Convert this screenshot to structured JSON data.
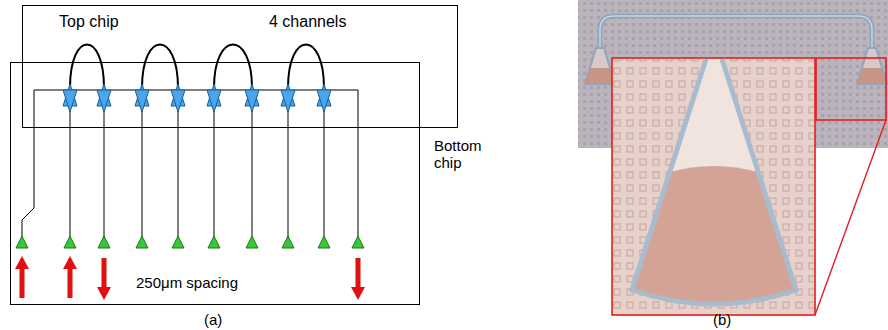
{
  "diagram": {
    "nodes": [
      {
        "text": [
          "Top chip",
          "4 channels"
        ]
      },
      {
        "text": [
          "Bottom chip"
        ]
      }
    ],
    "labels": [
      "250μm spacing",
      "(a)",
      "(b)"
    ]
  }
}
